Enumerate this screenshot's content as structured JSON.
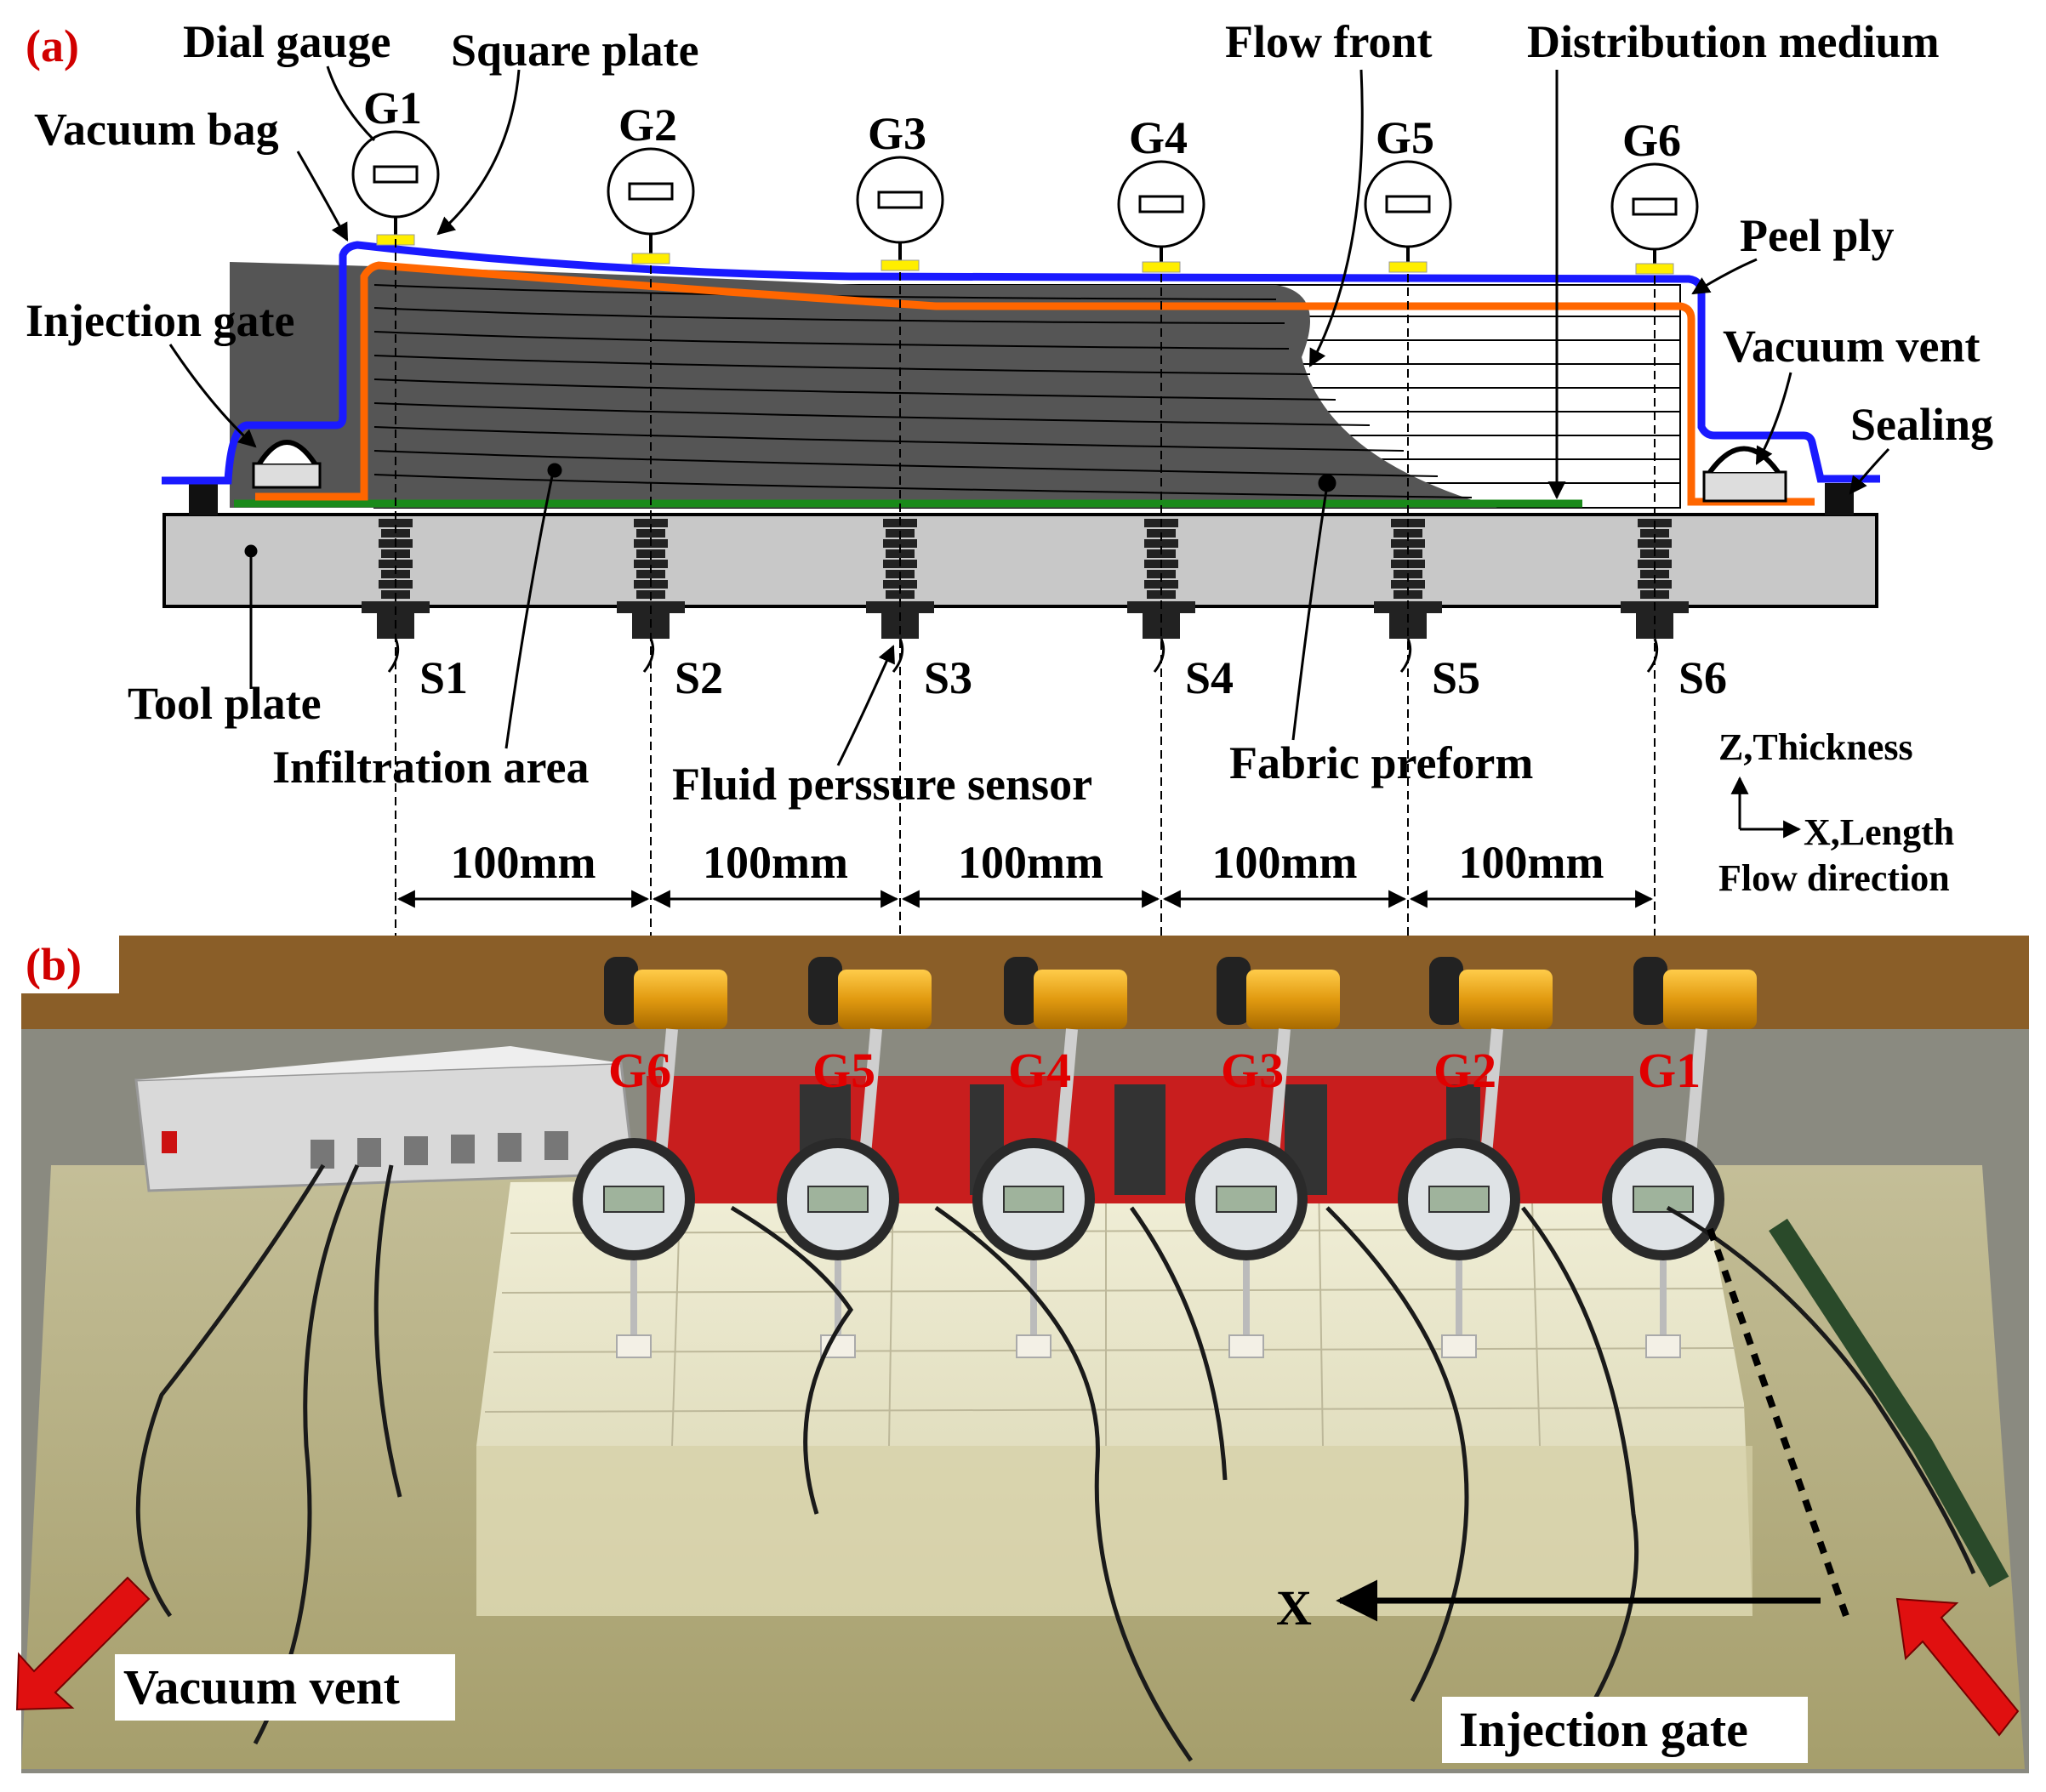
{
  "panel_a": {
    "tag": "(a)",
    "labels": {
      "dial_gauge": "Dial gauge",
      "square_plate": "Square plate",
      "vacuum_bag": "Vacuum bag",
      "flow_front": "Flow front",
      "distribution_medium": "Distribution medium",
      "peel_ply": "Peel ply",
      "injection_gate": "Injection gate",
      "vacuum_vent": "Vacuum vent",
      "sealing": "Sealing",
      "tool_plate": "Tool plate",
      "infiltration_area": "Infiltration area",
      "fluid_pressure_sensor": "Fluid perssure sensor",
      "fabric_preform": "Fabric preform",
      "axis_z": "Z,Thickness",
      "axis_x": "X,Length",
      "flow_direction": "Flow direction"
    },
    "gauges": [
      "G1",
      "G2",
      "G3",
      "G4",
      "G5",
      "G6"
    ],
    "sensors": [
      "S1",
      "S2",
      "S3",
      "S4",
      "S5",
      "S6"
    ],
    "spacings": [
      "100mm",
      "100mm",
      "100mm",
      "100mm",
      "100mm"
    ],
    "colors": {
      "vacuum_bag": "#1a1aff",
      "peel_ply": "#ff6600",
      "distribution_medium": "#1a8a1a",
      "infiltration": "#555555",
      "square_plate": "#ffee00",
      "tool_plate": "#c8c8c8"
    }
  },
  "panel_b": {
    "tag": "(b)",
    "gauge_labels": [
      "G6",
      "G5",
      "G4",
      "G3",
      "G2",
      "G1"
    ],
    "axis_label": "X",
    "vacuum_vent": "Vacuum vent",
    "injection_gate": "Injection gate",
    "colors": {
      "label_red": "#e00000",
      "arrow_red": "#e01010"
    }
  }
}
